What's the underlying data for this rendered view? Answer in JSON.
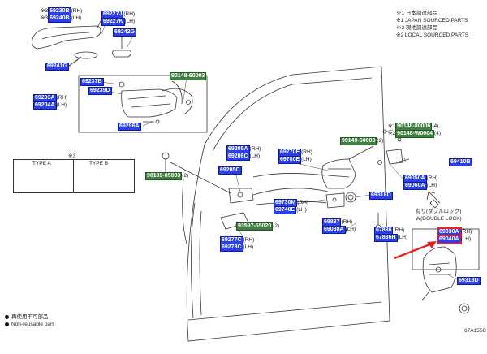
{
  "notes": [
    "※1 日本調達部品",
    "※1 JAPAN SOURCED PARTS",
    "※2 現地調達部品",
    "※2 LOCAL SOURCED PARTS"
  ],
  "legend": [
    "再使用不可部品",
    "Non-reusable part"
  ],
  "drawing_number": "67A155C",
  "type_box": {
    "mark": "※3",
    "type_a": "TYPE A",
    "type_b": "TYPE B"
  },
  "double_lock": {
    "jp": "有り(ダブルロック)",
    "en": "W(DOUBLE LOCK)"
  },
  "parts": {
    "p69230": {
      "pre": "※3",
      "code": "69230B",
      "suf": "(RH)"
    },
    "p69240": {
      "pre": "※3",
      "code": "69240B",
      "suf": "(LH)"
    },
    "p69227j": {
      "code": "69227J",
      "suf": "(RH)"
    },
    "p69227k": {
      "code": "69227K",
      "suf": "(LH)"
    },
    "p69242": {
      "code": "69242G"
    },
    "p69241": {
      "code": "69241G"
    },
    "p69237": {
      "code": "69237B"
    },
    "p69239": {
      "code": "69239D"
    },
    "p90148a": {
      "code": "90148-60003"
    },
    "p69203": {
      "code": "69203A",
      "suf": "(RH)"
    },
    "p69204": {
      "code": "69204A",
      "suf": "(LH)"
    },
    "p69296": {
      "code": "69296A"
    },
    "p90189": {
      "code": "90189-05003",
      "suf": "(2)"
    },
    "p69205": {
      "code": "69205A",
      "suf": "(RH)"
    },
    "p69206": {
      "code": "69206C",
      "suf": "(LH)"
    },
    "p69205c": {
      "code": "69205C"
    },
    "p69770": {
      "code": "69770E",
      "suf": "(RH)"
    },
    "p69780": {
      "code": "69780E",
      "suf": "(LH)"
    },
    "p69730": {
      "code": "69730M",
      "suf": "(RH)"
    },
    "p69740": {
      "code": "69740E",
      "suf": "(LH)"
    },
    "p93597": {
      "code": "93597-55020",
      "suf": "(2)"
    },
    "p69277": {
      "code": "69277C",
      "suf": "(RH)"
    },
    "p69278": {
      "code": "69278C",
      "suf": "(LH)"
    },
    "p90148b": {
      "pre": "※1",
      "code": "90148-80006",
      "suf": "(4)"
    },
    "p90148c": {
      "pre": "※2",
      "code": "90148-W0004",
      "suf": "(4)"
    },
    "p90149": {
      "code": "90149-60003",
      "suf": "(2)"
    },
    "p69410": {
      "code": "69410B"
    },
    "p69050": {
      "code": "69050A",
      "suf": "(RH)"
    },
    "p69060": {
      "code": "69060A",
      "suf": "(LH)"
    },
    "p69318a": {
      "code": "69318D"
    },
    "p69837": {
      "code": "69837",
      "suf": "(RH)"
    },
    "p69038": {
      "code": "69038A",
      "suf": "(LH)"
    },
    "p67836": {
      "code": "67836",
      "suf": "(RH)"
    },
    "p67836h": {
      "code": "67836H",
      "suf": "(LH)"
    },
    "p69030": {
      "code": "69030A",
      "suf": "(RH)"
    },
    "p69040": {
      "code": "69040A",
      "suf": "(LH)"
    },
    "p69318b": {
      "code": "69318D"
    }
  }
}
